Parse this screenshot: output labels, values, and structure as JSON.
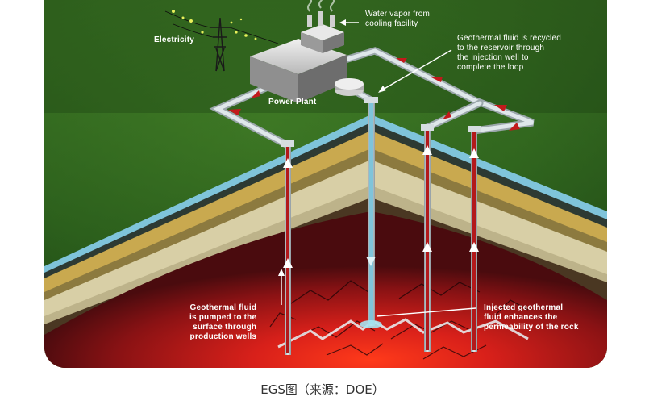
{
  "figure": {
    "labels": {
      "electricity": "Electricity",
      "water_vapor": "Water vapor from\ncooling facility",
      "power_plant": "Power Plant",
      "fluid_recycled": "Geothermal fluid is recycled\nto the reservoir through\nthe injection well to\ncomplete the loop",
      "fluid_pumped": "Geothermal fluid\nis pumped to the\nsurface through\nproduction wells",
      "injected_fluid": "Injected geothermal\nfluid enhances the\npermeability of the rock"
    }
  },
  "caption": "EGS图（来源：DOE）",
  "colors": {
    "sky_green": "#1f4a18",
    "ground_green": "#3f7a24",
    "pipe": "#c8d2d6",
    "hot_fluid": "#b3191b",
    "cold_fluid": "#7fc4da",
    "magma": "#c41a10"
  },
  "icons": [
    "power-plant-icon",
    "transmission-tower-icon",
    "steam-icon"
  ]
}
